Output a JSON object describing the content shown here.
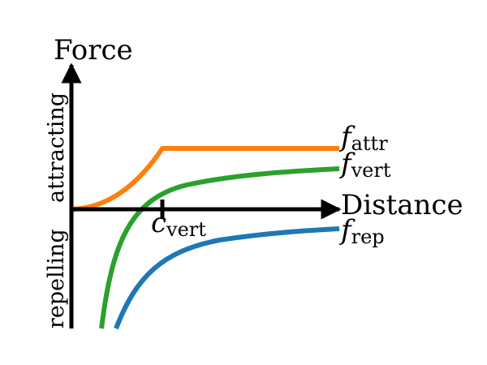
{
  "axes": {
    "y_label": "Force",
    "x_label": "Distance",
    "upper_label": "attracting",
    "lower_label": "repelling"
  },
  "tick": {
    "symbol": "c",
    "subscript": "vert"
  },
  "curves": [
    {
      "id": "attr",
      "symbol": "f",
      "subscript": "attr",
      "color": "#ff7f0e"
    },
    {
      "id": "vert",
      "symbol": "f",
      "subscript": "vert",
      "color": "#2ca02c"
    },
    {
      "id": "rep",
      "symbol": "f",
      "subscript": "rep",
      "color": "#1f77b4"
    }
  ]
}
